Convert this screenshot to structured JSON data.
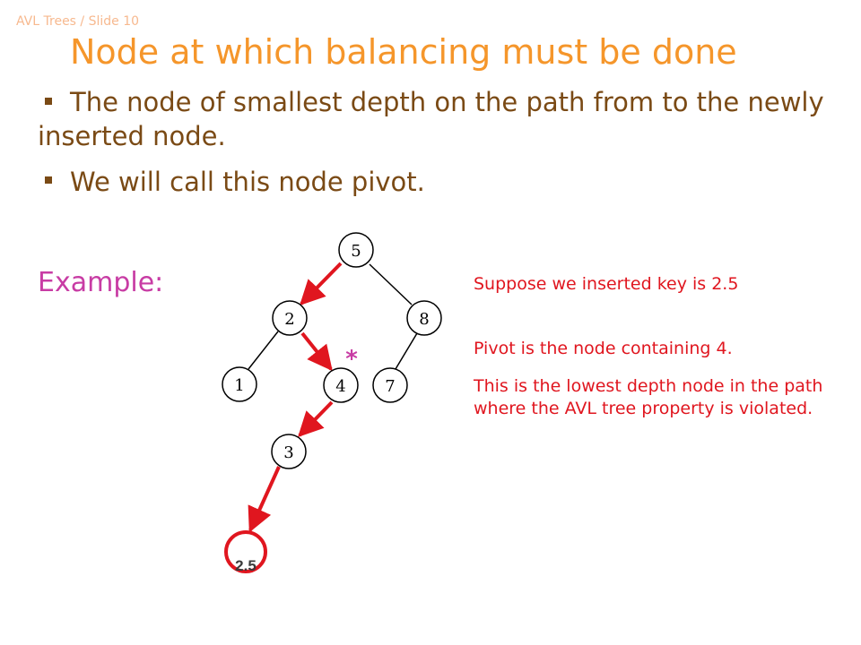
{
  "slide_label": "AVL Trees / Slide 10",
  "title": "Node at which balancing must be done",
  "bullets": [
    "The node of smallest depth on the path from to the newly inserted node.",
    "We will call this node pivot."
  ],
  "example_label": "Example:",
  "tree": {
    "nodes": [
      {
        "id": "n5",
        "label": "5"
      },
      {
        "id": "n2",
        "label": "2"
      },
      {
        "id": "n8",
        "label": "8"
      },
      {
        "id": "n1",
        "label": "1"
      },
      {
        "id": "n4",
        "label": "4"
      },
      {
        "id": "n7",
        "label": "7"
      },
      {
        "id": "n3",
        "label": "3"
      },
      {
        "id": "n25",
        "label": "2.5"
      }
    ],
    "edges": [
      {
        "from": "5",
        "to": "2",
        "on_insert_path": true
      },
      {
        "from": "5",
        "to": "8",
        "on_insert_path": false
      },
      {
        "from": "2",
        "to": "1",
        "on_insert_path": false
      },
      {
        "from": "2",
        "to": "4",
        "on_insert_path": true
      },
      {
        "from": "8",
        "to": "7",
        "on_insert_path": false
      },
      {
        "from": "4",
        "to": "3",
        "on_insert_path": true
      },
      {
        "from": "3",
        "to": "2.5",
        "on_insert_path": true
      }
    ],
    "pivot_marker": "*",
    "pivot_node": "4",
    "inserted_node": "2.5"
  },
  "notes": {
    "inserted": "Suppose we inserted key is 2.5",
    "pivot": "Pivot is the node containing 4.",
    "explanation": "This is the lowest depth node in the path where the AVL tree property is violated."
  },
  "colors": {
    "title": "#f5962b",
    "body_text": "#7a4a15",
    "example": "#c83ca4",
    "note_text": "#e0161f",
    "path_edge": "#e0161f",
    "pivot_marker": "#c83ca4",
    "inserted_node_border": "#e0161f"
  }
}
